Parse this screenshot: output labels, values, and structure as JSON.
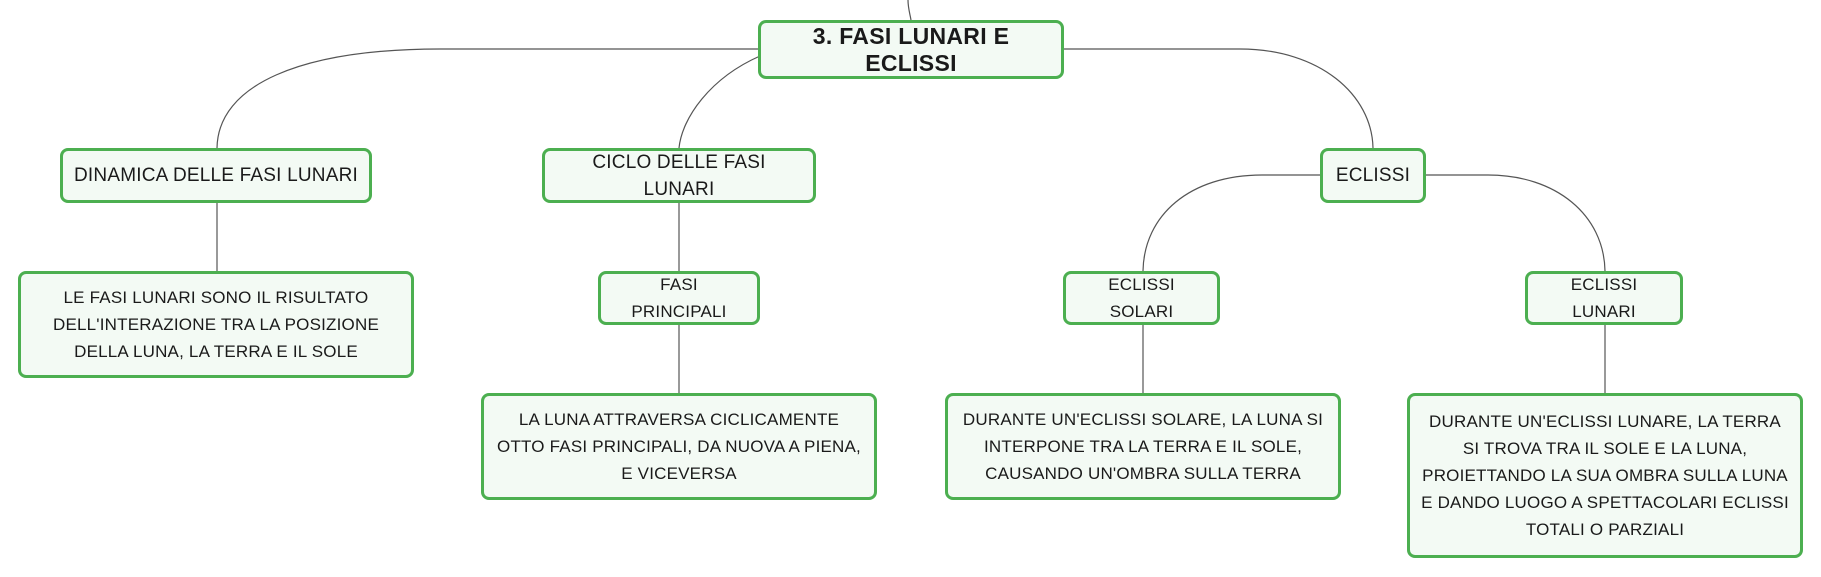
{
  "mindmap": {
    "root": {
      "label": "3. FASI LUNARI E ECLISSI"
    },
    "branches": [
      {
        "label": "DINAMICA DELLE FASI LUNARI",
        "children": [
          {
            "label": "LE FASI LUNARI SONO IL RISULTATO DELL'INTERAZIONE TRA LA POSIZIONE DELLA LUNA, LA TERRA E IL SOLE"
          }
        ]
      },
      {
        "label": "CICLO DELLE FASI LUNARI",
        "children": [
          {
            "label": "FASI PRINCIPALI",
            "children": [
              {
                "label": "LA LUNA ATTRAVERSA CICLICAMENTE OTTO FASI PRINCIPALI, DA NUOVA A PIENA, E VICEVERSA"
              }
            ]
          }
        ]
      },
      {
        "label": "ECLISSI",
        "children": [
          {
            "label": "ECLISSI SOLARI",
            "children": [
              {
                "label": "DURANTE UN'ECLISSI SOLARE, LA LUNA SI INTERPONE TRA LA TERRA E IL SOLE, CAUSANDO UN'OMBRA SULLA TERRA"
              }
            ]
          },
          {
            "label": "ECLISSI LUNARI",
            "children": [
              {
                "label": "DURANTE UN'ECLISSI LUNARE, LA TERRA SI TROVA TRA IL SOLE E LA LUNA, PROIETTANDO LA SUA OMBRA SULLA LUNA E DANDO LUOGO A SPETTACOLARI ECLISSI TOTALI O PARZIALI"
              }
            ]
          }
        ]
      }
    ]
  },
  "colors": {
    "node_border": "#4caf50",
    "node_fill": "#f3faf4",
    "connector": "#555555"
  }
}
